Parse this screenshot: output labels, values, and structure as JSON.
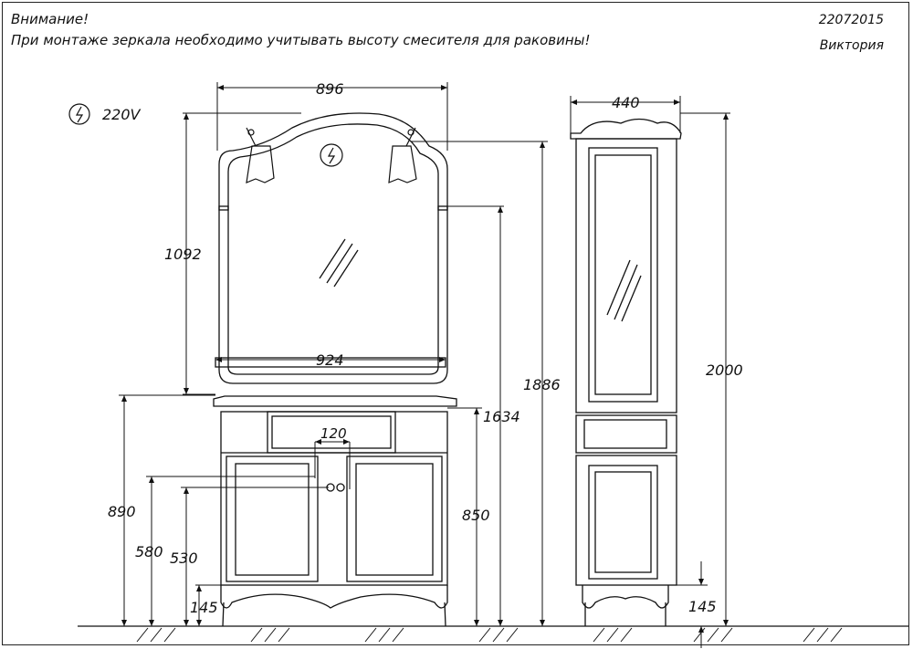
{
  "header": {
    "warning_title": "Внимание!",
    "warning_text": "При монтаже зеркала необходимо учитывать высоту смесителя для раковины!",
    "code": "22072015",
    "collection": "Виктория"
  },
  "power": {
    "voltage": "220V",
    "icon": "lightning-circle-icon"
  },
  "dimensions": {
    "mirror_width": "896",
    "cabinet_width": "924",
    "column_width": "440",
    "mirror_height": "1092",
    "total_height": "1886",
    "mirror_bottom": "1634",
    "column_height": "2000",
    "cabinet_height": "850",
    "countertop_height": "890",
    "pipe_580": "580",
    "pipe_530": "530",
    "leg_height_left": "145",
    "leg_height_right": "145",
    "pipe_spacing": "120"
  }
}
